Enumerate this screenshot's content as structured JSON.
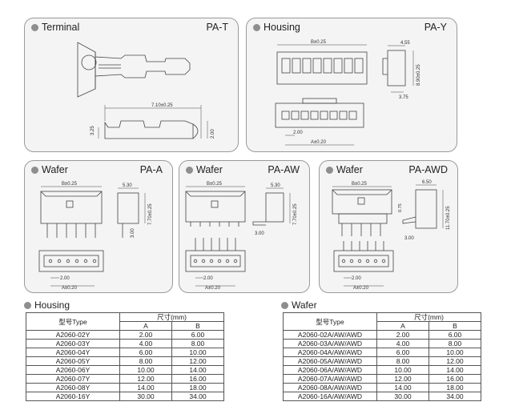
{
  "panels": {
    "terminal": {
      "title": "Terminal",
      "code": "PA-T",
      "dims": [
        "7.10±0.25",
        "3.25",
        "2.00"
      ]
    },
    "housing": {
      "title": "Housing",
      "code": "PA-Y",
      "dims": [
        "B±0.25",
        "4.55",
        "8.90±0.25",
        "3.75",
        "2.00",
        "A±0.20"
      ]
    },
    "wafer1": {
      "title": "Wafer",
      "code": "PA-A",
      "dims": [
        "B±0.25",
        "5.30",
        "7.70±0.25",
        "3.00",
        "2.00",
        "A±0.20"
      ]
    },
    "wafer2": {
      "title": "Wafer",
      "code": "PA-AW",
      "dims": [
        "B±0.25",
        "5.30",
        "7.70±0.25",
        "3.00",
        "2.00",
        "A±0.20"
      ]
    },
    "wafer3": {
      "title": "Wafer",
      "code": "PA-AWD",
      "dims": [
        "B±0.25",
        "6.50",
        "0.75",
        "11.70±0.25",
        "3.00",
        "2.00",
        "A±0.20"
      ]
    }
  },
  "tables": {
    "housing": {
      "title": "Housing",
      "type_header": "型号Type",
      "size_header": "尺寸(mm)",
      "col_a": "A",
      "col_b": "B",
      "rows": [
        [
          "A2060-02Y",
          "2.00",
          "6.00"
        ],
        [
          "A2060-03Y",
          "4.00",
          "8.00"
        ],
        [
          "A2060-04Y",
          "6.00",
          "10.00"
        ],
        [
          "A2060-05Y",
          "8.00",
          "12.00"
        ],
        [
          "A2060-06Y",
          "10.00",
          "14.00"
        ],
        [
          "A2060-07Y",
          "12.00",
          "16.00"
        ],
        [
          "A2060-08Y",
          "14.00",
          "18.00"
        ],
        [
          "A2060-16Y",
          "30.00",
          "34.00"
        ]
      ]
    },
    "wafer": {
      "title": "Wafer",
      "type_header": "型号Type",
      "size_header": "尺寸(mm)",
      "col_a": "A",
      "col_b": "B",
      "rows": [
        [
          "A2060-02A/AW/AWD",
          "2.00",
          "6.00"
        ],
        [
          "A2060-03A/AW/AWD",
          "4.00",
          "8.00"
        ],
        [
          "A2060-04A/AW/AWD",
          "6.00",
          "10.00"
        ],
        [
          "A2060-05A/AW/AWD",
          "8.00",
          "12.00"
        ],
        [
          "A2060-06A/AW/AWD",
          "10.00",
          "14.00"
        ],
        [
          "A2060-07A/AW/AWD",
          "12.00",
          "16.00"
        ],
        [
          "A2060-08A/AW/AWD",
          "14.00",
          "18.00"
        ],
        [
          "A2060-16A/AW/AWD",
          "30.00",
          "34.00"
        ]
      ]
    }
  }
}
